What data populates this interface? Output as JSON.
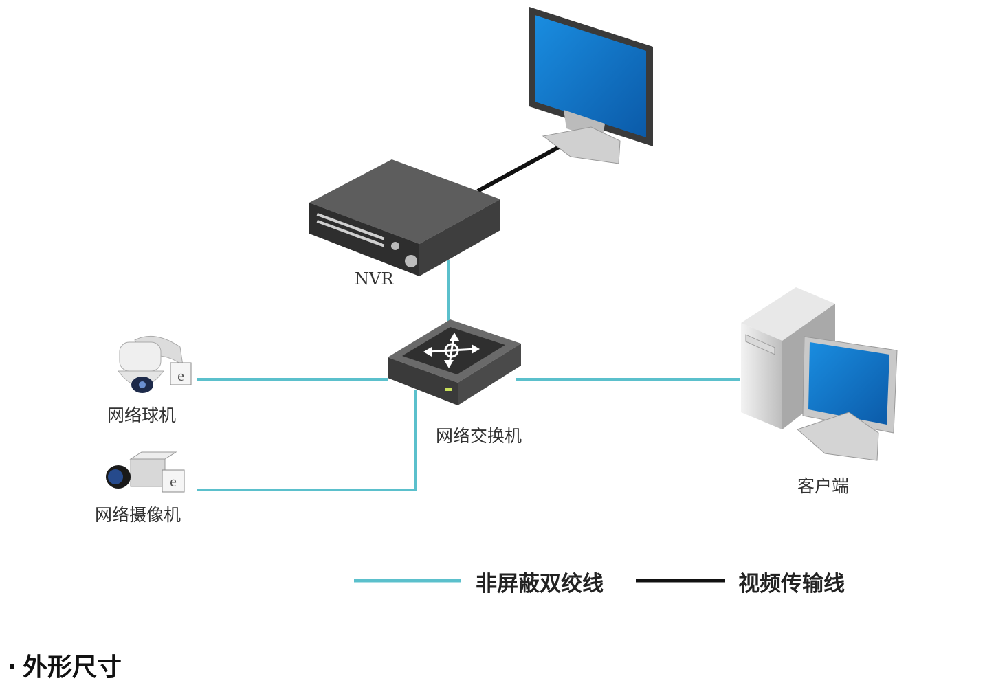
{
  "nodes": {
    "nvr": {
      "label": "NVR"
    },
    "switch": {
      "label": "网络交换机"
    },
    "dome_camera": {
      "label": "网络球机"
    },
    "box_camera": {
      "label": "网络摄像机"
    },
    "client": {
      "label": "客户端"
    },
    "monitor": {
      "label": ""
    }
  },
  "legend": {
    "utp": {
      "label": "非屏蔽双绞线",
      "color": "#5bc0cc"
    },
    "video": {
      "label": "视频传输线",
      "color": "#111111"
    }
  },
  "section": {
    "heading": "外形尺寸"
  }
}
